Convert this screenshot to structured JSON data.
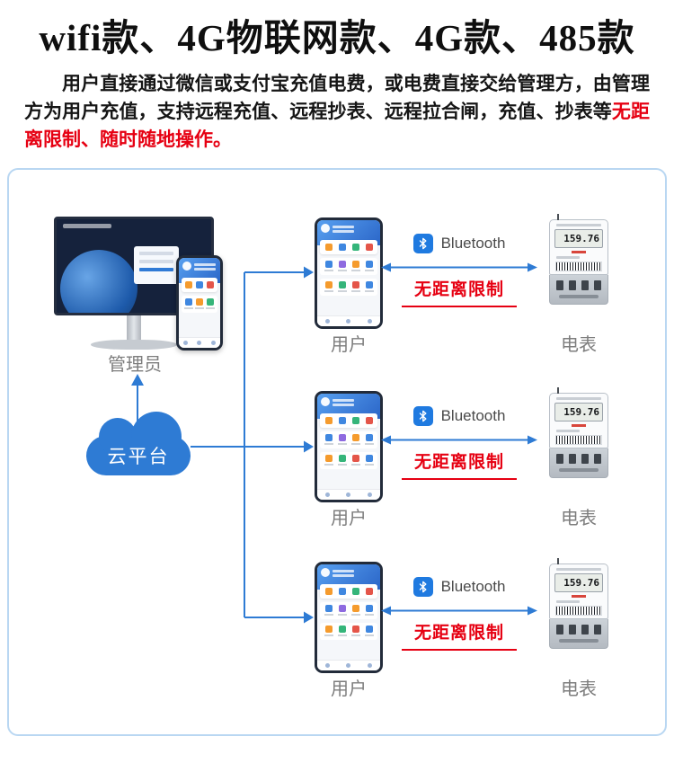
{
  "page": {
    "title": "wifi款、4G物联网款、4G款、485款",
    "intro_black": "用户直接通过微信或支付宝充值电费，或电费直接交给管理方，由管理方为用户充值，支持远程充值、远程抄表、远程拉合闸，充值、抄表等",
    "intro_red": "无距离限制、随时随地操作。"
  },
  "diagram": {
    "admin": {
      "label": "管理员"
    },
    "cloud": {
      "label": "云平台"
    },
    "rows": [
      {
        "user_label": "用户",
        "bluetooth_label": "Bluetooth",
        "note": "无距离限制",
        "meter_label": "电表",
        "meter_reading": "159.76"
      },
      {
        "user_label": "用户",
        "bluetooth_label": "Bluetooth",
        "note": "无距离限制",
        "meter_label": "电表",
        "meter_reading": "159.76"
      },
      {
        "user_label": "用户",
        "bluetooth_label": "Bluetooth",
        "note": "无距离限制",
        "meter_label": "电表",
        "meter_reading": "159.76"
      }
    ],
    "colors": {
      "accent_blue": "#2e7bd4",
      "note_red": "#e60012",
      "label_gray": "#7d7d7d"
    }
  }
}
